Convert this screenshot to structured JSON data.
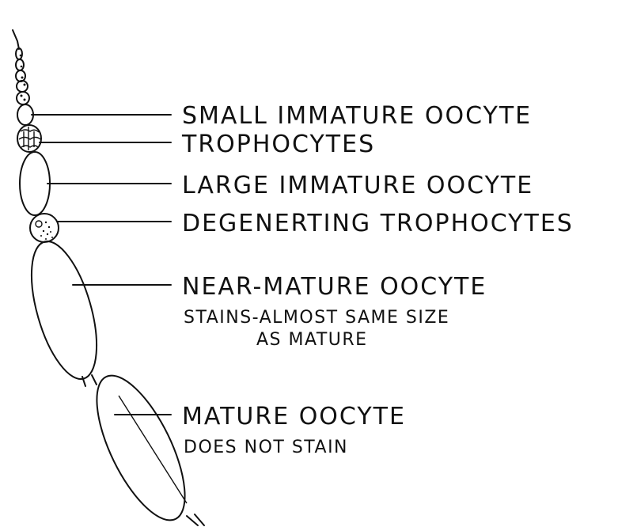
{
  "labels": {
    "small_immature_oocyte": "SMALL IMMATURE OOCYTE",
    "trophocytes": "TROPHOCYTES",
    "large_immature_oocyte": "LARGE IMMATURE OOCYTE",
    "degenerating_trophocytes": "DEGENERTING TROPHOCYTES",
    "near_mature_oocyte": "NEAR-MATURE OOCYTE",
    "near_mature_note_line1": "STAINS-ALMOST SAME SIZE",
    "near_mature_note_line2": "AS MATURE",
    "mature_oocyte": "MATURE OOCYTE",
    "mature_note": "DOES NOT STAIN"
  }
}
